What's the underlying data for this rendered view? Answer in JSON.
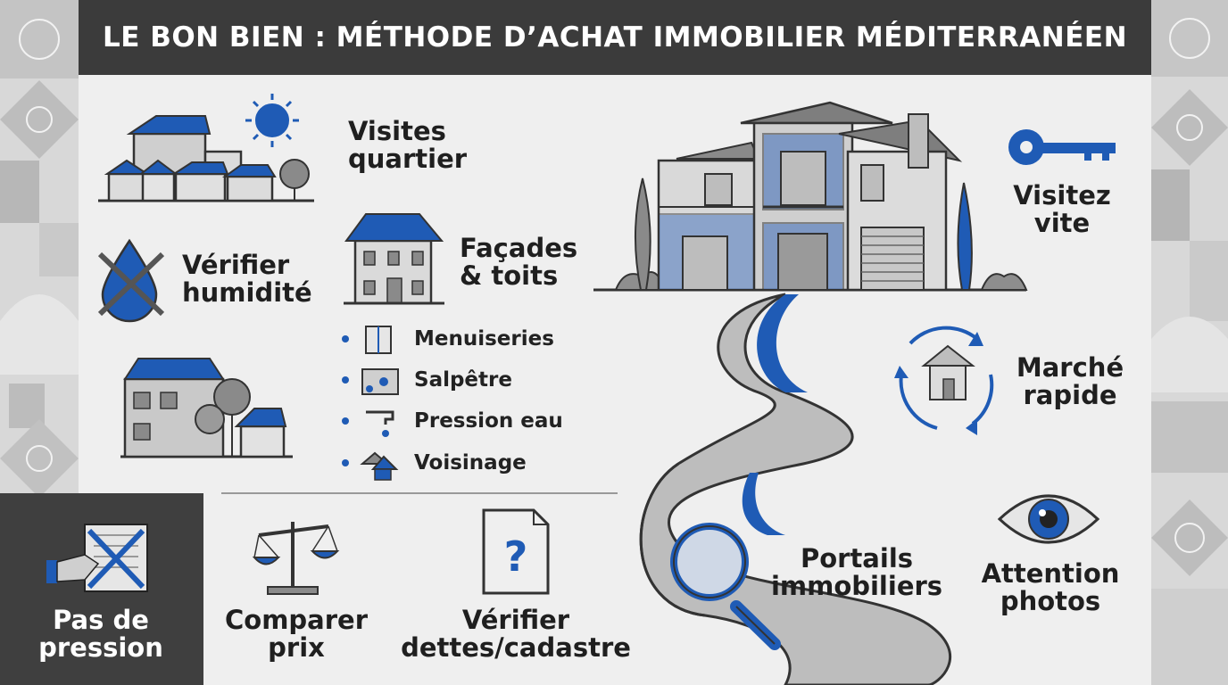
{
  "title": "LE BON BIEN : MÉTHODE D’ACHAT IMMOBILIER MÉDITERRANÉEN",
  "colors": {
    "accent_blue": "#1f5bb5",
    "dark": "#3b3b3b",
    "mid_gray": "#9a9a9a",
    "light_gray": "#d6d6d6",
    "background": "#efefef"
  },
  "steps": {
    "visites_quartier": {
      "line1": "Visites",
      "line2": "quartier",
      "icon": "houses-sun-icon"
    },
    "verifier_humidite": {
      "line1": "Vérifier",
      "line2": "humidité",
      "icon": "crossed-drop-icon"
    },
    "facades_toits": {
      "line1": "Façades",
      "line2": "& toits",
      "icon": "facade-building-icon"
    },
    "checklist": [
      {
        "label": "Menuiseries",
        "icon": "window-icon"
      },
      {
        "label": "Salpêtre",
        "icon": "brick-wall-icon"
      },
      {
        "label": "Pression eau",
        "icon": "faucet-icon"
      },
      {
        "label": "Voisinage",
        "icon": "neighborhood-icon"
      }
    ],
    "visitez_vite": {
      "line1": "Visitez",
      "line2": "vite",
      "icon": "key-icon"
    },
    "marche_rapide": {
      "line1": "Marché",
      "line2": "rapide",
      "icon": "house-cycle-icon"
    },
    "attention_photos": {
      "line1": "Attention",
      "line2": "photos",
      "icon": "eye-icon"
    },
    "portails_immobiliers": {
      "line1": "Portails",
      "line2": "immobiliers",
      "icon": "magnifier-icon"
    },
    "pas_de_pression": {
      "line1": "Pas de",
      "line2": "pression",
      "icon": "refused-contract-icon"
    },
    "comparer_prix": {
      "line1": "Comparer",
      "line2": "prix",
      "icon": "scales-icon"
    },
    "verifier_dettes": {
      "line1": "Vérifier",
      "line2": "dettes/cadastre",
      "icon": "question-document-icon"
    }
  }
}
